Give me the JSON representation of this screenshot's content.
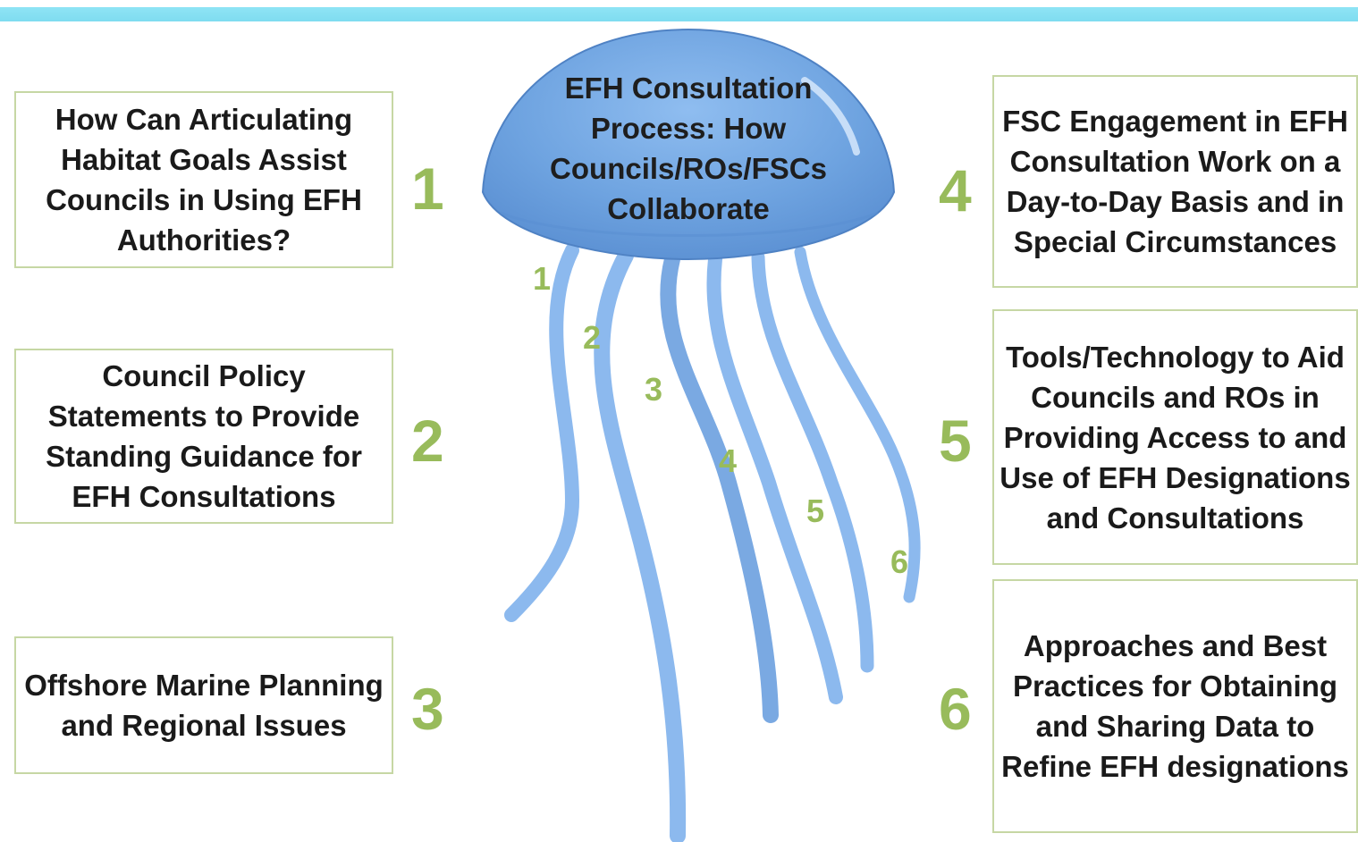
{
  "title": "EFH Consultation Process: How Councils/ROs/FSCs Collaborate",
  "colors": {
    "accent_green": "#98bb5b",
    "box_border": "#c6d7a4",
    "jelly_bell": "#6ea3e0",
    "jelly_tentacle": "#8cb9ee",
    "top_bar": "#8fe4f5"
  },
  "topics": [
    {
      "number": "1",
      "text": "How Can Articulating Habitat Goals Assist Councils in Using EFH Authorities?"
    },
    {
      "number": "2",
      "text": "Council Policy Statements to Provide Standing Guidance for EFH Consultations"
    },
    {
      "number": "3",
      "text": "Offshore Marine Planning and Regional Issues"
    },
    {
      "number": "4",
      "text": "FSC Engagement in EFH Consultation Work on a Day-to-Day Basis and in Special Circumstances"
    },
    {
      "number": "5",
      "text": "Tools/Technology to Aid Councils and ROs in Providing Access to and Use of EFH Designations and Consultations"
    },
    {
      "number": "6",
      "text": "Approaches and Best Practices for Obtaining and Sharing Data to Refine EFH designations"
    }
  ],
  "tentacle_labels": [
    "1",
    "2",
    "3",
    "4",
    "5",
    "6"
  ]
}
